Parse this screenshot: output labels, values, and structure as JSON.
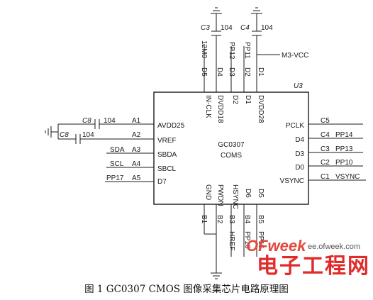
{
  "colors": {
    "line": "#1a1a1a",
    "watermark_red": "#e02b2b"
  },
  "chip": {
    "ref": "U3",
    "part": "GC0307",
    "type": "COMS"
  },
  "pins": {
    "left": [
      "AVDD25",
      "VREF",
      "SBDA",
      "SBCL",
      "D7"
    ],
    "right": [
      "PCLK",
      "D4",
      "D3",
      "D0",
      "VSYNC"
    ],
    "top": [
      "IN-CLK",
      "DVDD18",
      "D2",
      "D1",
      "DVDD28"
    ],
    "bottom": [
      "GND",
      "PWDN",
      "HSYNC",
      "D6",
      "D5"
    ]
  },
  "left_nets": {
    "pin_numbers": [
      "A1",
      "A2",
      "A3",
      "A4",
      "A5"
    ],
    "signals": [
      "SDA",
      "SCL",
      "PP17"
    ],
    "caps": [
      {
        "ref": "C8",
        "value": "104"
      },
      {
        "ref": "C8",
        "value": "104"
      }
    ]
  },
  "right_nets": {
    "pin_numbers": [
      "C5",
      "C4",
      "C3",
      "C2",
      "C1"
    ],
    "signals": [
      "PP14",
      "PP13",
      "PP10",
      "VSYNC"
    ]
  },
  "top_nets": {
    "pin_numbers": [
      "D5",
      "D4",
      "D3",
      "D2",
      "D1"
    ],
    "signals": [
      "12M0",
      "PP12",
      "PP11"
    ],
    "caps": [
      {
        "ref": "C3",
        "value": "104"
      },
      {
        "ref": "C4",
        "value": "104"
      }
    ],
    "power": "M3-VCC"
  },
  "bottom_nets": {
    "pin_numbers": [
      "B1",
      "B2",
      "B3",
      "B4",
      "B5"
    ],
    "signals": [
      "HREF",
      "PP16",
      "PP15"
    ]
  },
  "watermark": {
    "logo": "OFweek",
    "site": "ee.ofweek.com",
    "cn": "电子工程网"
  },
  "caption": "图 1  GC0307 CMOS 图像采集芯片电路原理图"
}
